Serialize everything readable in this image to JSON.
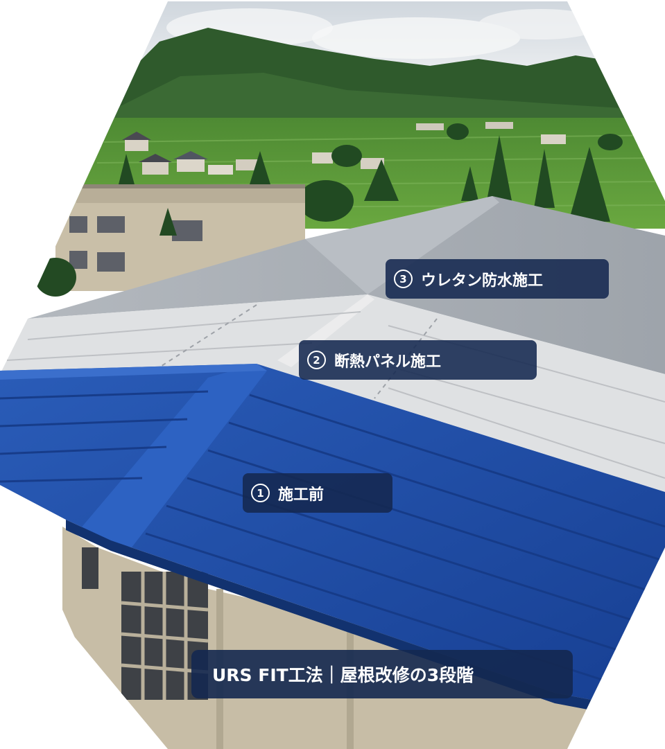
{
  "labels": [
    {
      "number": "3",
      "text": "ウレタン防水施工"
    },
    {
      "number": "2",
      "text": "断熱パネル施工"
    },
    {
      "number": "1",
      "text": "施工前"
    }
  ],
  "caption": "URS FIT工法｜屋根改修の3段階",
  "colors": {
    "label_bg": "#142850",
    "blue_roof": "#1f4fa8",
    "white_roof": "#e2e4e6",
    "gray_roof": "#a7acb3",
    "field_green": "#5c9a3a",
    "mountain_green": "#2f5a2c"
  }
}
